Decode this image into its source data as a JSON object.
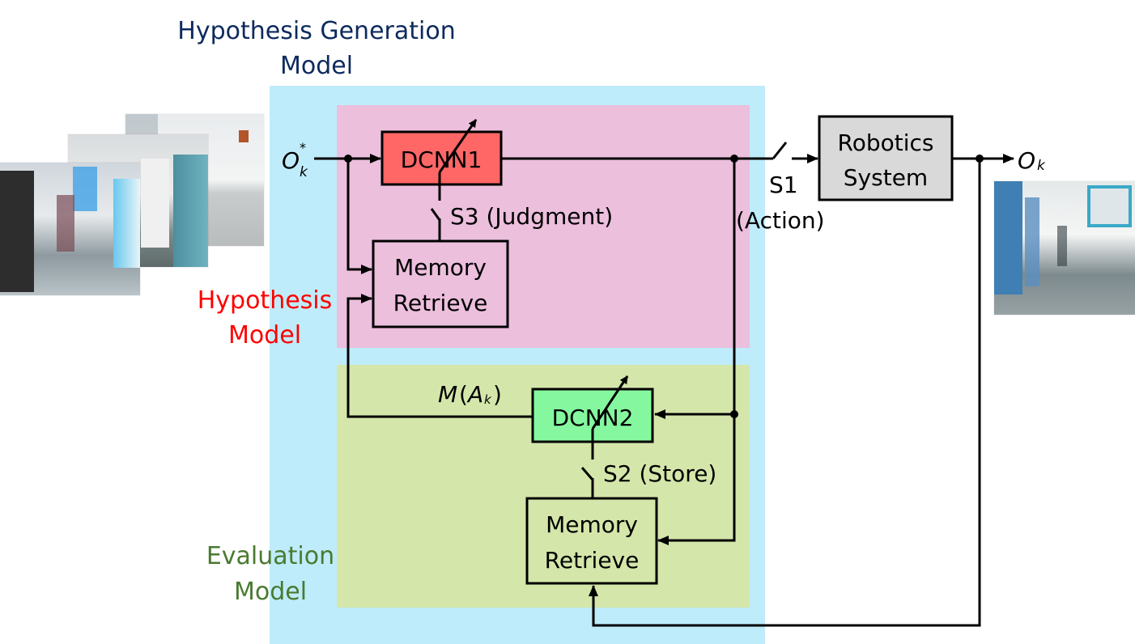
{
  "diagram": {
    "title_line1": "Hypothesis Generation",
    "title_line2": "Model",
    "hypothesis_label_line1": "Hypothesis",
    "hypothesis_label_line2": "Model",
    "evaluation_label_line1": "Evaluation",
    "evaluation_label_line2": "Model",
    "input_symbol": "O",
    "input_sub": "k",
    "input_sup": "*",
    "output_symbol": "O",
    "output_sub": "k",
    "dcnn1_label": "DCNN1",
    "dcnn2_label": "DCNN2",
    "memory1_line1": "Memory",
    "memory1_line2": "Retrieve",
    "memory2_line1": "Memory",
    "memory2_line2": "Retrieve",
    "robotics_line1": "Robotics",
    "robotics_line2": "System",
    "s1_label": "S1",
    "s1_sub": "(Action)",
    "s2_label": "S2 (Store)",
    "s3_label": "S3 (Judgment)",
    "m_label_pre": "M(",
    "m_label_a": "A",
    "m_label_sub": "k",
    "m_label_post": ")"
  },
  "colors": {
    "generation_bg": "#bfecfa",
    "hypothesis_bg": "#ecbfdd",
    "evaluation_bg": "#d4e6aa",
    "dcnn1_fill": "#ff6666",
    "dcnn2_fill": "#85f89f",
    "robotics_fill": "#d9d9d9"
  },
  "images": {
    "input_frames": [
      "corridor-photo-1",
      "corridor-photo-2",
      "corridor-photo-3"
    ],
    "output_frame": "corridor-photo-output"
  }
}
